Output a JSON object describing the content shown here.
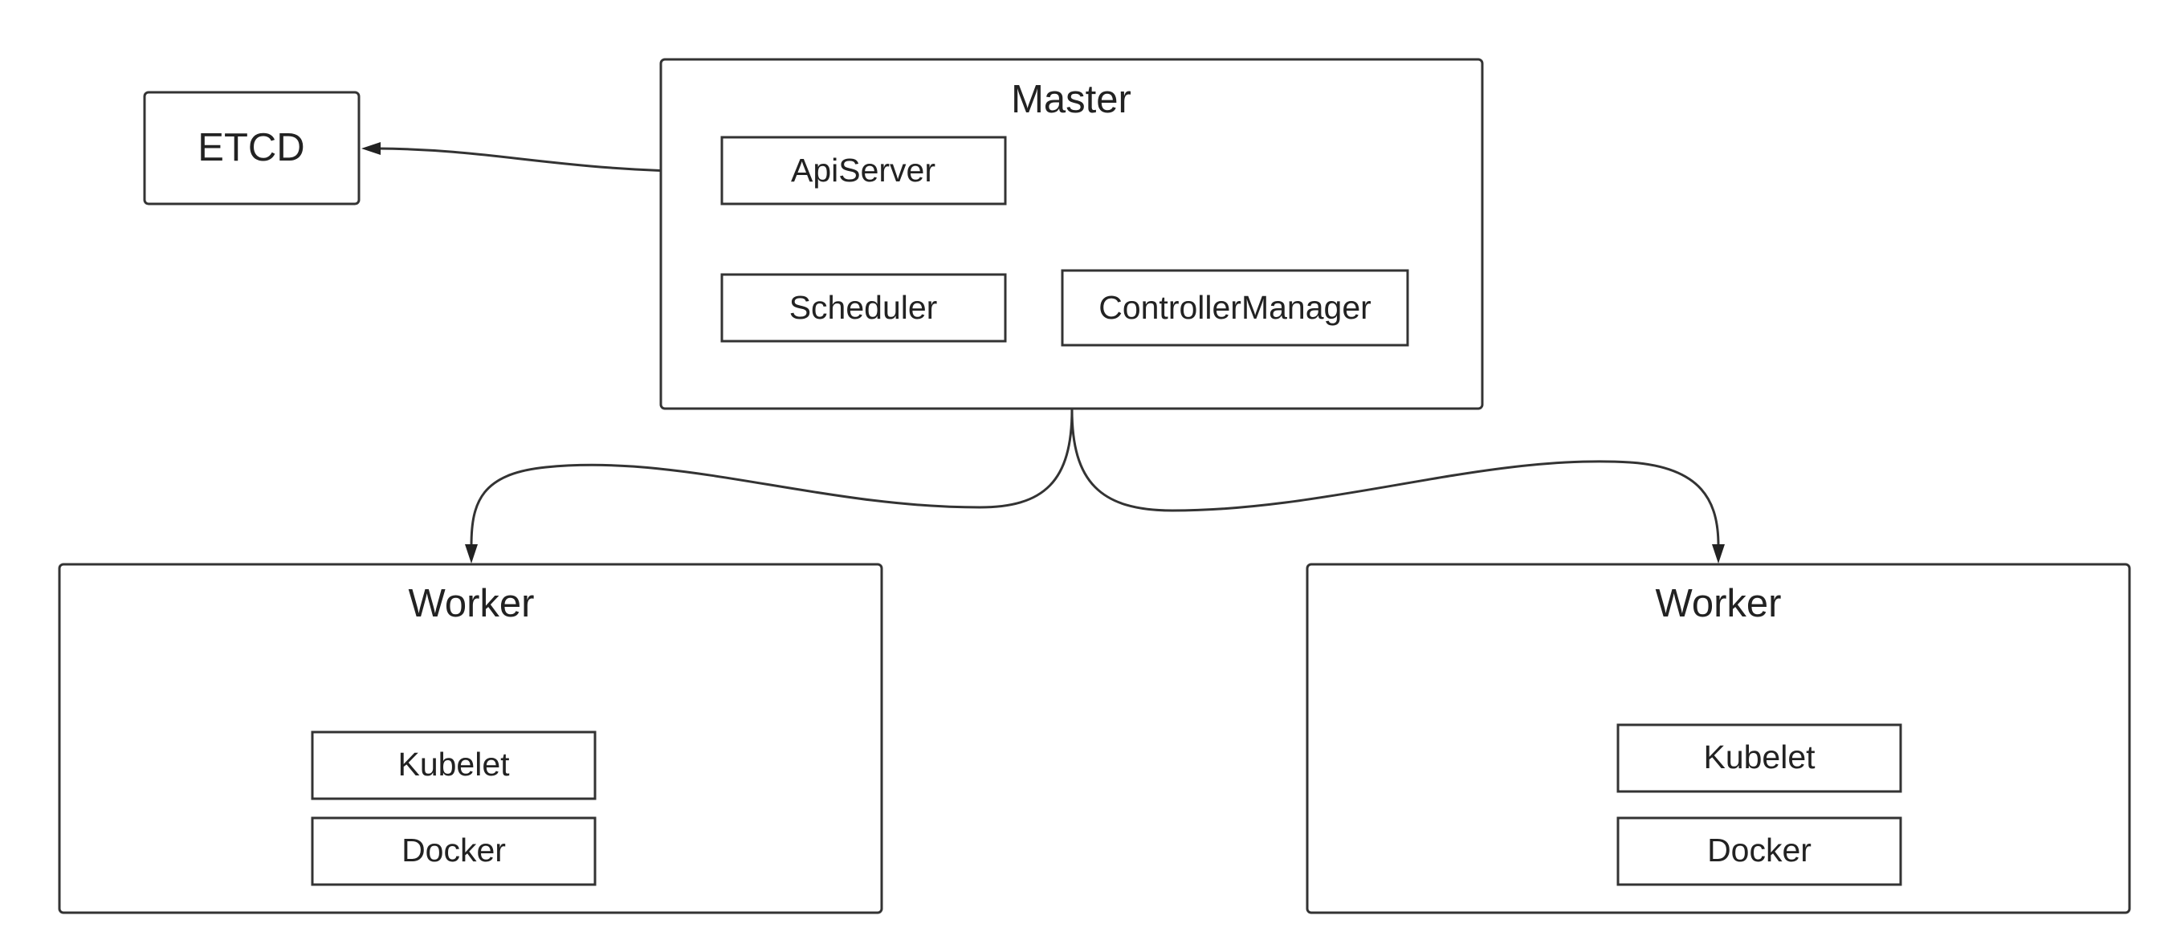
{
  "diagram": {
    "etcd": {
      "label": "ETCD"
    },
    "master": {
      "title": "Master",
      "api_server": "ApiServer",
      "scheduler": "Scheduler",
      "controller_manager": "ControllerManager"
    },
    "workers": [
      {
        "title": "Worker",
        "kubelet": "Kubelet",
        "docker": "Docker"
      },
      {
        "title": "Worker",
        "kubelet": "Kubelet",
        "docker": "Docker"
      }
    ],
    "colors": {
      "stroke": "#333333",
      "text": "#222222",
      "background": "#ffffff"
    }
  }
}
